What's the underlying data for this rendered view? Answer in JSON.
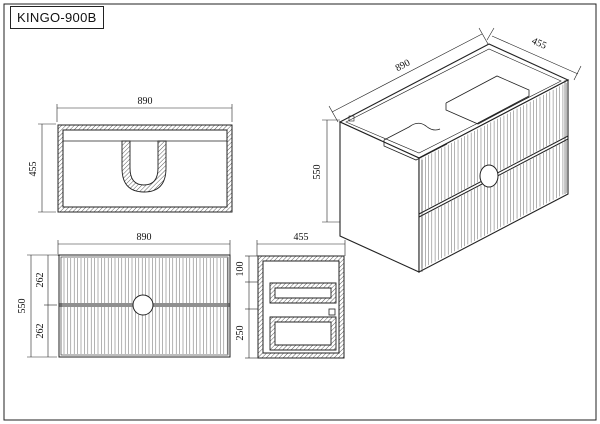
{
  "title": "KINGO-900B",
  "top_view": {
    "width": "890",
    "depth": "455"
  },
  "front_view": {
    "width": "890",
    "height": "550",
    "drawer_upper": "262",
    "drawer_lower": "262"
  },
  "side_view": {
    "depth": "455",
    "upper_dim": "100",
    "lower_dim": "250"
  },
  "iso_view": {
    "width": "890",
    "depth": "455",
    "height": "550"
  },
  "colors": {
    "line": "#222222",
    "paper": "#ffffff"
  }
}
